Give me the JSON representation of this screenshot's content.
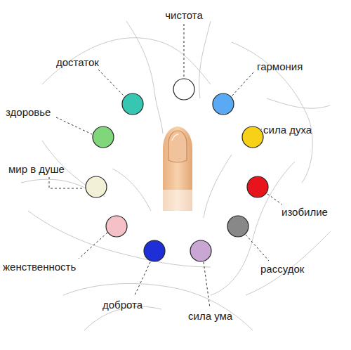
{
  "diagram": {
    "labels": [
      "чистота",
      "достаток",
      "гармония",
      "здоровье",
      "сила духа",
      "мир в душе",
      "изобилие",
      "женственность",
      "рассудок",
      "доброта",
      "сила ума"
    ]
  }
}
